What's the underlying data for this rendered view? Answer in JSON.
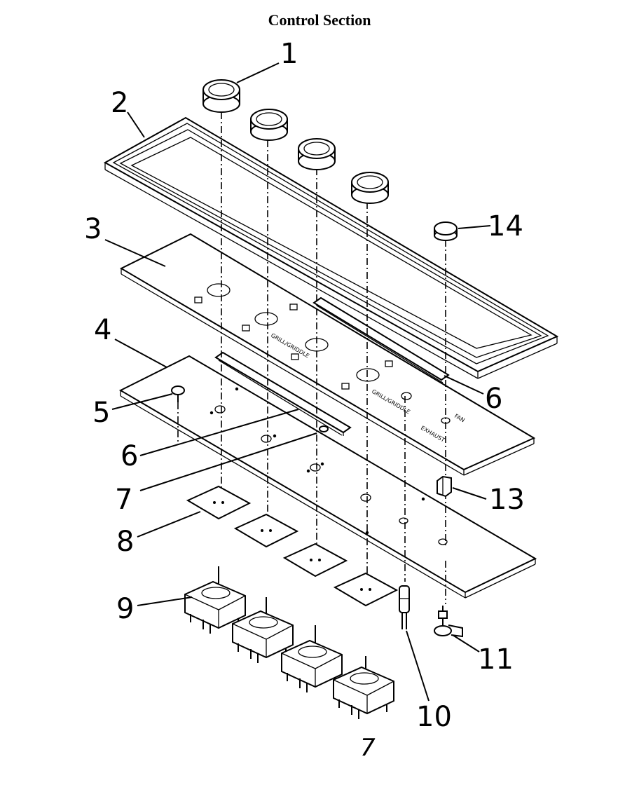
{
  "title": "Control Section",
  "page_number": "7",
  "callouts": [
    "1",
    "2",
    "3",
    "4",
    "5",
    "6",
    "6",
    "7",
    "8",
    "9",
    "10",
    "11",
    "13",
    "14"
  ],
  "panel_text": {
    "grill_broil_1": "GRILL/GRIDDLE",
    "grill_broil_2": "GRILL/GRIDDLE",
    "exhaust": "EXHAUST",
    "fan": "FAN"
  }
}
